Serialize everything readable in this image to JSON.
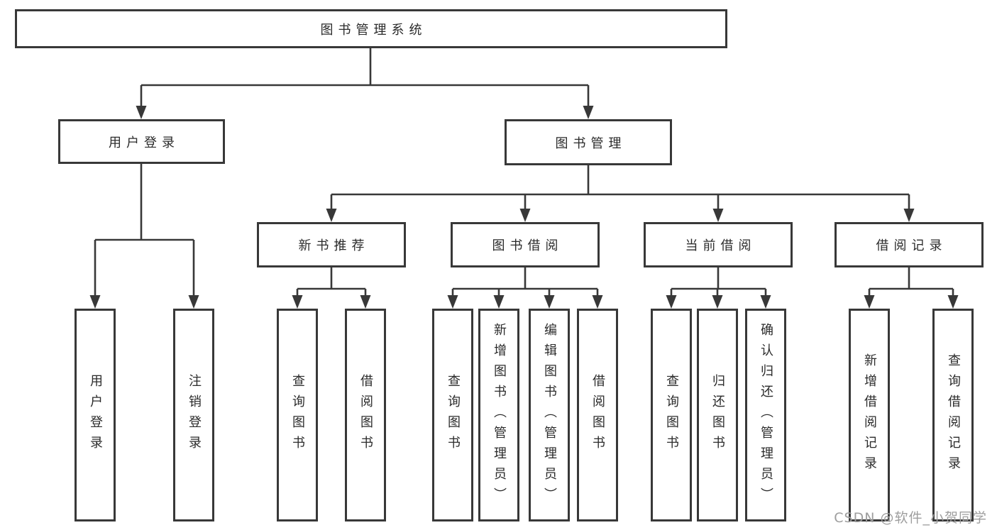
{
  "diagram": {
    "root": {
      "label": "图书管理系统"
    },
    "level2": [
      {
        "label": "用户登录"
      },
      {
        "label": "图书管理"
      }
    ],
    "level3": [
      {
        "label": "新书推荐"
      },
      {
        "label": "图书借阅"
      },
      {
        "label": "当前借阅"
      },
      {
        "label": "借阅记录"
      }
    ],
    "leaves": [
      {
        "label": "用户登录"
      },
      {
        "label": "注销登录"
      },
      {
        "label": "查询图书"
      },
      {
        "label": "借阅图书"
      },
      {
        "label": "查询图书"
      },
      {
        "label": "新增图书（管理员）"
      },
      {
        "label": "编辑图书（管理员）"
      },
      {
        "label": "借阅图书"
      },
      {
        "label": "查询图书"
      },
      {
        "label": "归还图书"
      },
      {
        "label": "确认归还（管理员）"
      },
      {
        "label": "新增借阅记录"
      },
      {
        "label": "查询借阅记录"
      }
    ]
  },
  "watermark": {
    "text": "CSDN @软件_小贺同学"
  },
  "colors": {
    "line": "#383838",
    "text": "#2b2b2b",
    "watermark": "#9e9e9e",
    "background": "#ffffff"
  }
}
